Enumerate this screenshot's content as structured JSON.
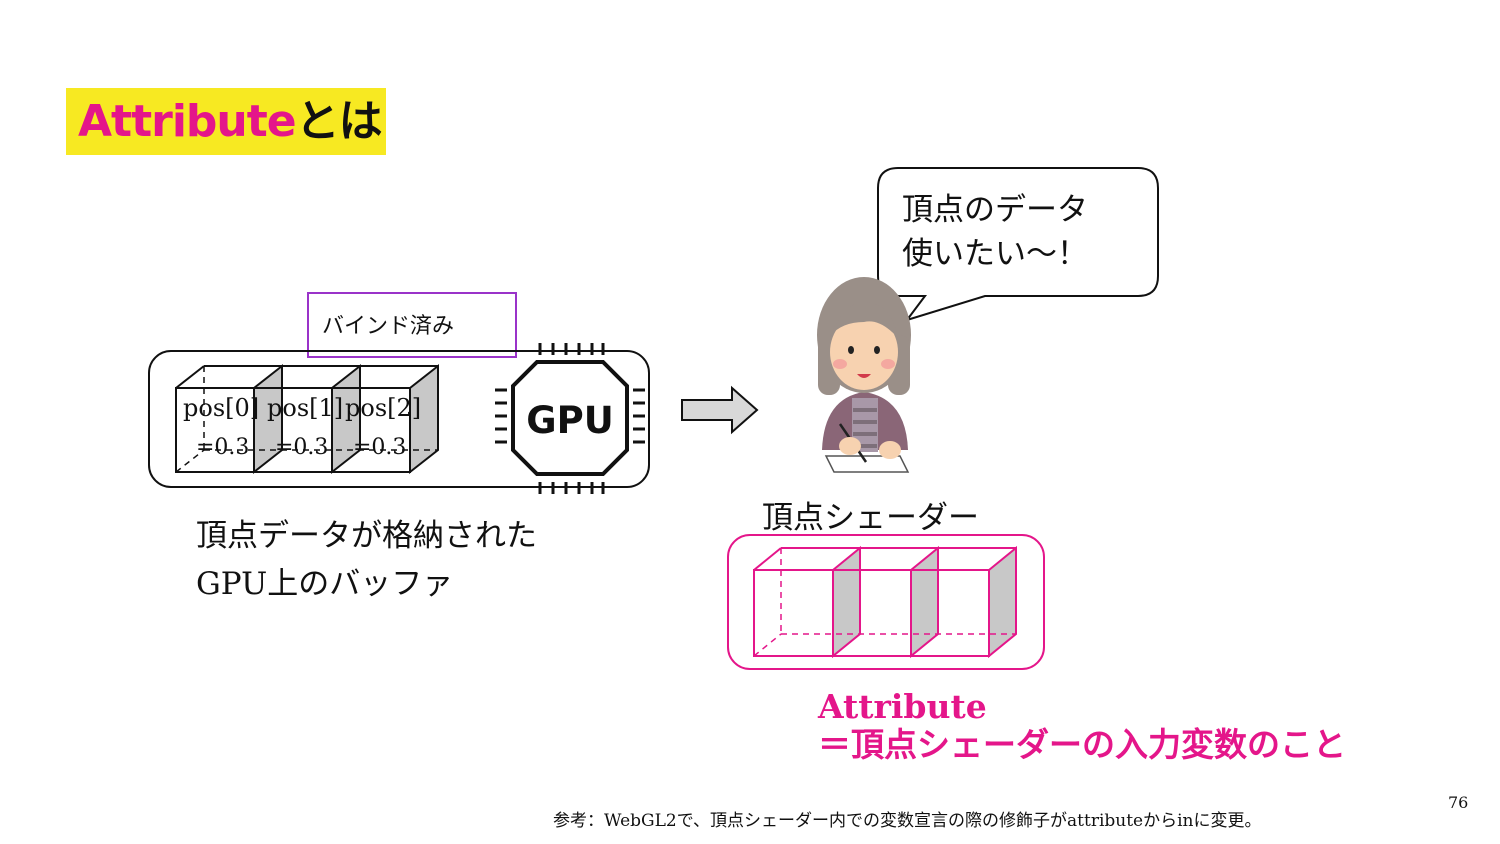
{
  "slide": {
    "title_accent": "Attribute",
    "title_rest": "とは",
    "speech_bubble": [
      "頂点のデータ",
      "使いたい～！"
    ],
    "bind_label": "バインド済み",
    "buffer_cells": [
      {
        "name": "pos[0]",
        "value": "=0.3"
      },
      {
        "name": "pos[1]",
        "value": "=0.3"
      },
      {
        "name": "pos[2]",
        "value": "=0.3"
      }
    ],
    "gpu_chip_label": "GPU",
    "buffer_caption": [
      "頂点データが格納された",
      "GPU上のバッファ"
    ],
    "vertex_shader_label": "頂点シェーダー",
    "attribute_definition": [
      "Attribute",
      "＝頂点シェーダーの入力変数のこと"
    ],
    "reference_note": "参考：WebGL2で、頂点シェーダー内での変数宣言の際の修飾子がattributeからinに変更。",
    "page_number": "76"
  },
  "colors": {
    "accent_pink": "#e4168a",
    "title_highlight": "#f7e922",
    "bind_box_purple": "#9a33c9",
    "shade_gray": "#c8c8c8"
  },
  "icons": [
    "gpu-chip-icon",
    "right-arrow-icon",
    "writing-woman-illustration",
    "speech-bubble"
  ]
}
